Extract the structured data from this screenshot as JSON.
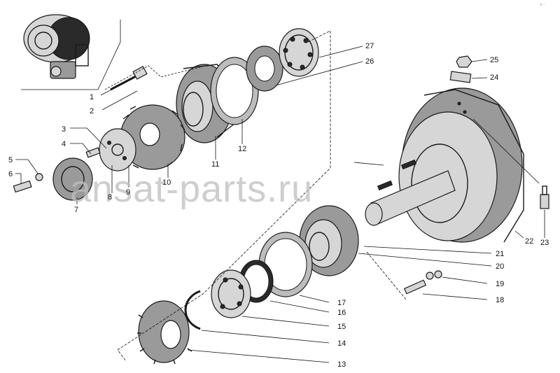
{
  "watermark": "ansat-parts.ru",
  "corner_mark": "ᵖ ⁻",
  "callouts": [
    "1",
    "2",
    "3",
    "4",
    "5",
    "6",
    "7",
    "8",
    "9",
    "10",
    "11",
    "12",
    "13",
    "14",
    "15",
    "16",
    "17",
    "18",
    "19",
    "20",
    "21",
    "22",
    "23",
    "24",
    "25",
    "26",
    "27"
  ]
}
